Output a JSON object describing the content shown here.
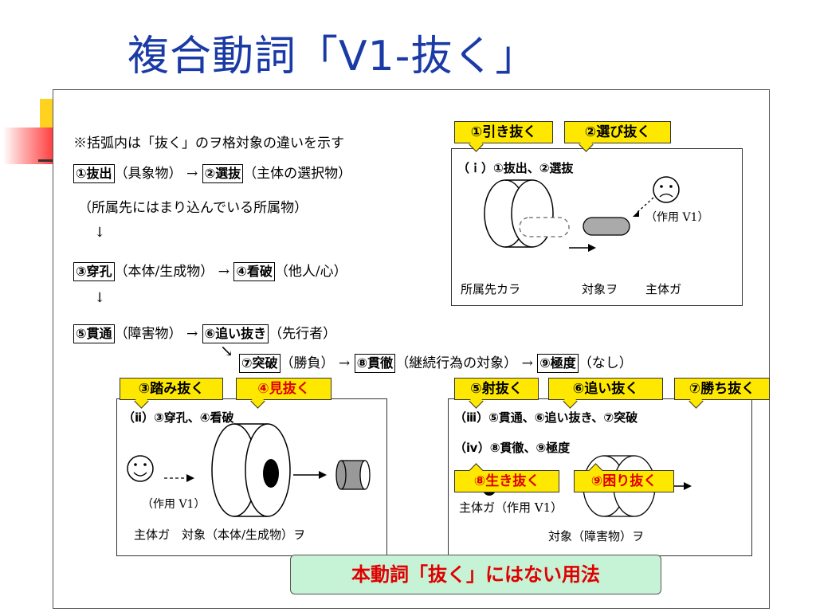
{
  "title": "複合動詞「V1-抜く」",
  "note": "※括弧内は「抜く」のヲ格対象の違いを示す",
  "flow": {
    "row1": {
      "a_label": "①抜出",
      "a_note": "（具象物）",
      "arrow": "→",
      "b_label": "②選抜",
      "b_note": "（主体の選択物）"
    },
    "row1_sub": "（所属先にはまり込んでいる所属物）",
    "down1": "↓",
    "row2": {
      "a_label": "③穿孔",
      "a_note": "（本体/生成物）",
      "arrow": "→",
      "b_label": "④看破",
      "b_note": "（他人/心）"
    },
    "down2": "↓",
    "row3": {
      "a_label": "⑤貫通",
      "a_note": "（障害物）",
      "arrow": "→",
      "b_label": "⑥追い抜き",
      "b_note": "（先行者）"
    },
    "diag_arrow": "↘",
    "row4": {
      "a_label": "⑦突破",
      "a_note": "（勝負）",
      "arrow1": "→",
      "b_label": "⑧貫徹",
      "b_note": "（継続行為の対象）",
      "arrow2": "→",
      "c_label": "⑨極度",
      "c_note": "（なし）"
    }
  },
  "panel_i": {
    "heading": "（ｉ）①抜出、②選抜",
    "agent_label": "（作用 V1）",
    "bottom_labels": [
      "所属先カラ",
      "対象ヲ",
      "主体ガ"
    ],
    "callouts": [
      "①引き抜く",
      "②選び抜く"
    ]
  },
  "panel_ii": {
    "heading": "（ⅱ）③穿孔、④看破",
    "agent_label": "（作用 V1）",
    "bottom_label": "主体ガ　対象（本体/生成物）ヲ",
    "callouts": [
      "③踏み抜く",
      "④見抜く"
    ]
  },
  "panel_iii": {
    "heading1": "（ⅲ）⑤貫通、⑥追い抜き、⑦突破",
    "heading2": "（ⅳ）⑧貫徹、⑨極度",
    "agent_label": "主体ガ（作用 V1）",
    "bottom_label": "対象（障害物）ヲ",
    "callouts_top": [
      "⑤射抜く",
      "⑥追い抜く",
      "⑦勝ち抜く"
    ],
    "callouts_red": [
      "⑧生き抜く",
      "⑨困り抜く"
    ]
  },
  "summary": "本動詞「抜く」にはない用法",
  "colors": {
    "title": "#1a3aa6",
    "callout_bg": "#ffe800",
    "red": "#e00000",
    "summary_bg": "#c6f2d6"
  },
  "icons": [
    "smiley-face-icon",
    "frown-face-icon",
    "cylinder-icon",
    "right-arrow-icon"
  ]
}
